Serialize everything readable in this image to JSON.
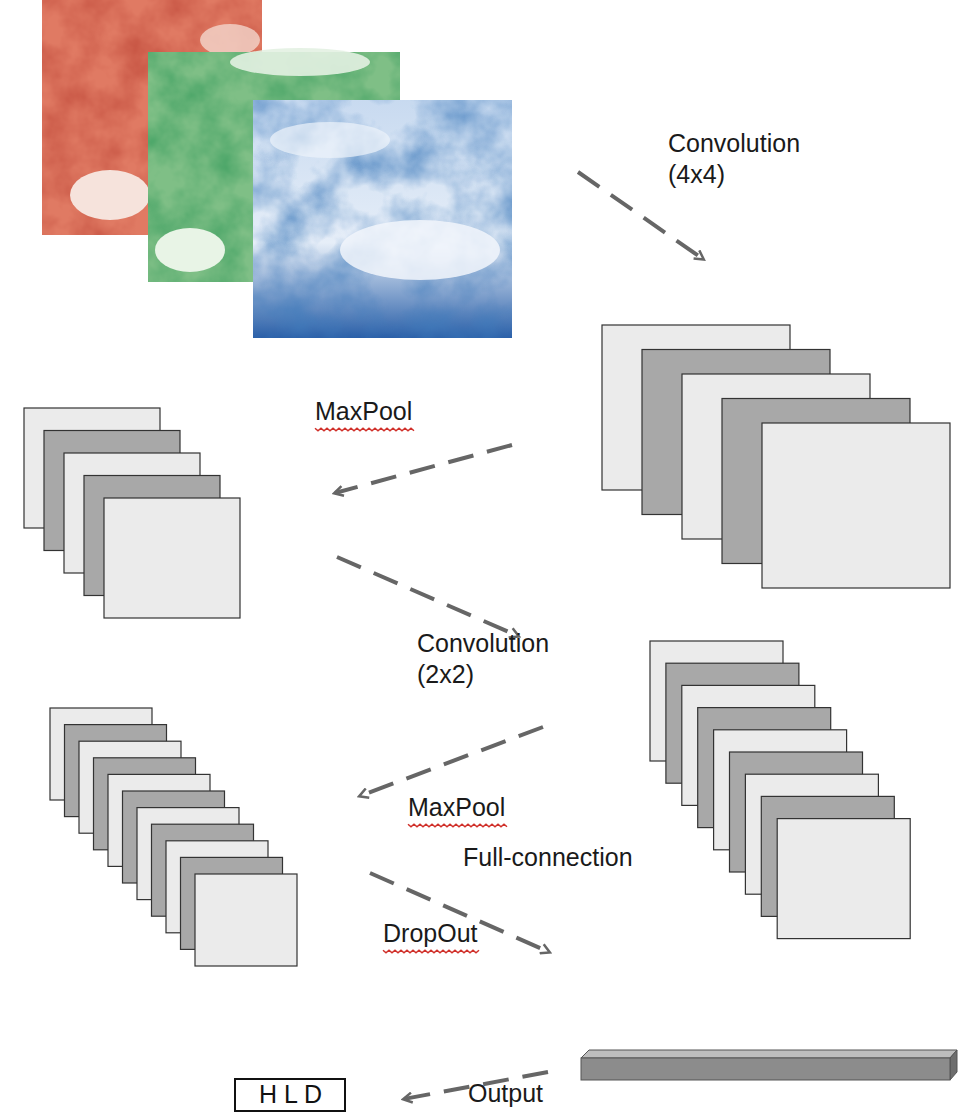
{
  "diagram": {
    "nodes": [
      {
        "text": [
          "H L D"
        ]
      }
    ],
    "labels": [
      "Convolution (4x4)",
      "MaxPool",
      "Convolution (2x2)",
      "MaxPool",
      "Full-connection",
      "DropOut",
      "Output"
    ]
  }
}
